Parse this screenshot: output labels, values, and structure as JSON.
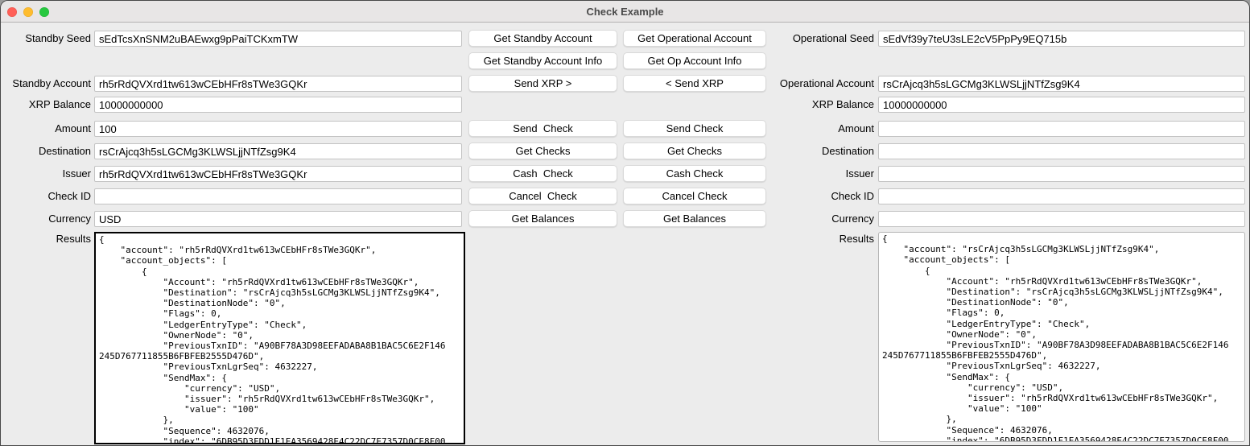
{
  "window": {
    "title": "Check Example"
  },
  "colors": {
    "traffic_red": "#ff5f57",
    "traffic_yellow": "#febc2e",
    "traffic_green": "#28c840",
    "window_bg": "#ececec",
    "titlebar_bg": "#e8e6e6",
    "focused_border": "#000000"
  },
  "standby": {
    "seed": {
      "label": "Standby Seed",
      "value": "sEdTcsXnSNM2uBAEwxg9pPaiTCKxmTW"
    },
    "account": {
      "label": "Standby Account",
      "value": "rh5rRdQVXrd1tw613wCEbHFr8sTWe3GQKr"
    },
    "balance": {
      "label": "XRP Balance",
      "value": "10000000000"
    },
    "amount": {
      "label": "Amount",
      "value": "100"
    },
    "destination": {
      "label": "Destination",
      "value": "rsCrAjcq3h5sLGCMg3KLWSLjjNTfZsg9K4"
    },
    "issuer": {
      "label": "Issuer",
      "value": "rh5rRdQVXrd1tw613wCEbHFr8sTWe3GQKr"
    },
    "check_id": {
      "label": "Check ID",
      "value": ""
    },
    "currency": {
      "label": "Currency",
      "value": "USD"
    },
    "results": {
      "label": "Results",
      "text": "{\n    \"account\": \"rh5rRdQVXrd1tw613wCEbHFr8sTWe3GQKr\",\n    \"account_objects\": [\n        {\n            \"Account\": \"rh5rRdQVXrd1tw613wCEbHFr8sTWe3GQKr\",\n            \"Destination\": \"rsCrAjcq3h5sLGCMg3KLWSLjjNTfZsg9K4\",\n            \"DestinationNode\": \"0\",\n            \"Flags\": 0,\n            \"LedgerEntryType\": \"Check\",\n            \"OwnerNode\": \"0\",\n            \"PreviousTxnID\": \"A90BF78A3D98EEFADABA8B1BAC5C6E2F146\n245D767711855B6FBFEB2555D476D\",\n            \"PreviousTxnLgrSeq\": 4632227,\n            \"SendMax\": {\n                \"currency\": \"USD\",\n                \"issuer\": \"rh5rRdQVXrd1tw613wCEbHFr8sTWe3GQKr\",\n                \"value\": \"100\"\n            },\n            \"Sequence\": 4632076,\n            \"index\": \"6DB95D3FDD1F1EA3569428E4C22DC7E7357D0CE8F00"
    }
  },
  "operational": {
    "seed": {
      "label": "Operational Seed",
      "value": "sEdVf39y7teU3sLE2cV5PpPy9EQ715b"
    },
    "account": {
      "label": "Operational Account",
      "value": "rsCrAjcq3h5sLGCMg3KLWSLjjNTfZsg9K4"
    },
    "balance": {
      "label": "XRP Balance",
      "value": "10000000000"
    },
    "amount": {
      "label": "Amount",
      "value": ""
    },
    "destination": {
      "label": "Destination",
      "value": ""
    },
    "issuer": {
      "label": "Issuer",
      "value": ""
    },
    "check_id": {
      "label": "Check ID",
      "value": ""
    },
    "currency": {
      "label": "Currency",
      "value": ""
    },
    "results": {
      "label": "Results",
      "text": "{\n    \"account\": \"rsCrAjcq3h5sLGCMg3KLWSLjjNTfZsg9K4\",\n    \"account_objects\": [\n        {\n            \"Account\": \"rh5rRdQVXrd1tw613wCEbHFr8sTWe3GQKr\",\n            \"Destination\": \"rsCrAjcq3h5sLGCMg3KLWSLjjNTfZsg9K4\",\n            \"DestinationNode\": \"0\",\n            \"Flags\": 0,\n            \"LedgerEntryType\": \"Check\",\n            \"OwnerNode\": \"0\",\n            \"PreviousTxnID\": \"A90BF78A3D98EEFADABA8B1BAC5C6E2F146\n245D767711855B6FBFEB2555D476D\",\n            \"PreviousTxnLgrSeq\": 4632227,\n            \"SendMax\": {\n                \"currency\": \"USD\",\n                \"issuer\": \"rh5rRdQVXrd1tw613wCEbHFr8sTWe3GQKr\",\n                \"value\": \"100\"\n            },\n            \"Sequence\": 4632076,\n            \"index\": \"6DB95D3FDD1F1EA3569428E4C22DC7E7357D0CE8F00"
    }
  },
  "buttons": {
    "standby": {
      "get_account": "Get Standby Account",
      "get_account_info": "Get Standby Account Info",
      "send_xrp": "Send XRP >",
      "send_check": "Send  Check",
      "get_checks": "Get Checks",
      "cash_check": "Cash  Check",
      "cancel_check": "Cancel  Check",
      "get_balances": "Get Balances"
    },
    "operational": {
      "get_account": "Get Operational Account",
      "get_account_info": "Get Op Account Info",
      "send_xrp": "< Send XRP",
      "send_check": "Send Check",
      "get_checks": "Get Checks",
      "cash_check": "Cash Check",
      "cancel_check": "Cancel Check",
      "get_balances": "Get Balances"
    }
  }
}
